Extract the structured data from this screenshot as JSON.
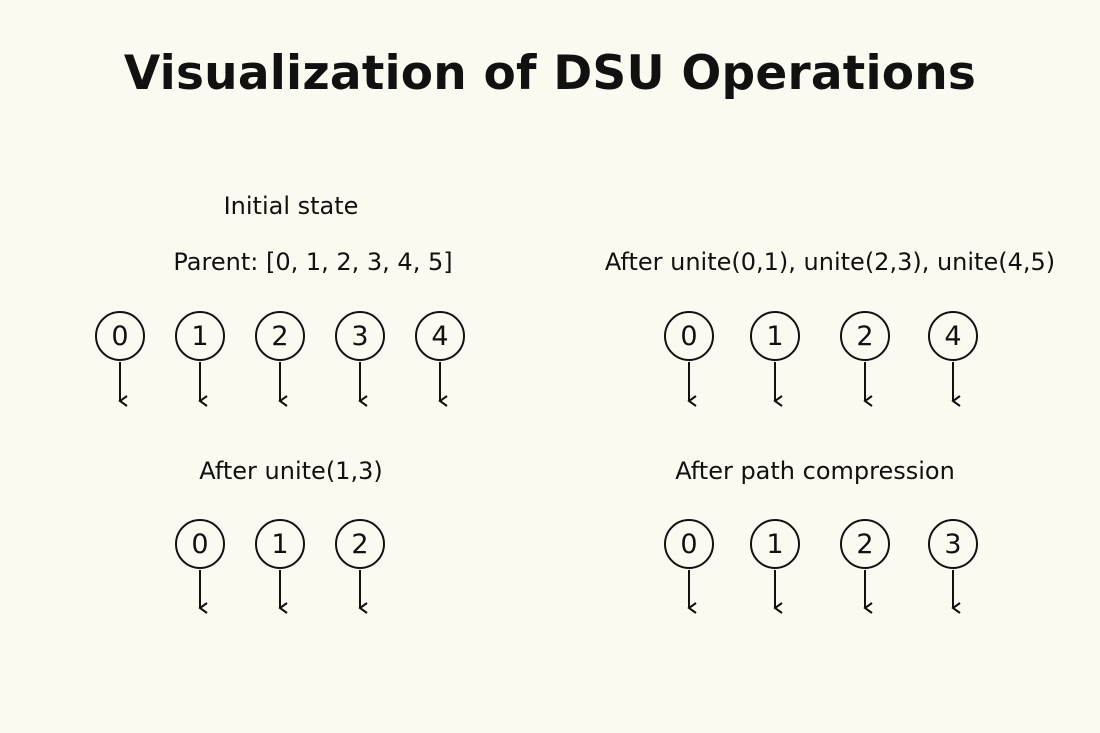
{
  "title": "Visualization of DSU Operations",
  "panels": [
    {
      "id": "initial",
      "heading": "Initial state",
      "subheading": "Parent: [0, 1, 2, 3, 4, 5]",
      "nodes": [
        "0",
        "1",
        "2",
        "3",
        "4"
      ]
    },
    {
      "id": "after-unite-pairs",
      "heading": "After unite(0,1), unite(2,3), unite(4,5)",
      "subheading": "",
      "nodes": [
        "0",
        "1",
        "2",
        "4"
      ]
    },
    {
      "id": "after-unite-1-3",
      "heading": "After unite(1,3)",
      "subheading": "",
      "nodes": [
        "0",
        "1",
        "2"
      ]
    },
    {
      "id": "after-path-compression",
      "heading": "After path compression",
      "subheading": "",
      "nodes": [
        "0",
        "1",
        "2",
        "3"
      ]
    }
  ]
}
